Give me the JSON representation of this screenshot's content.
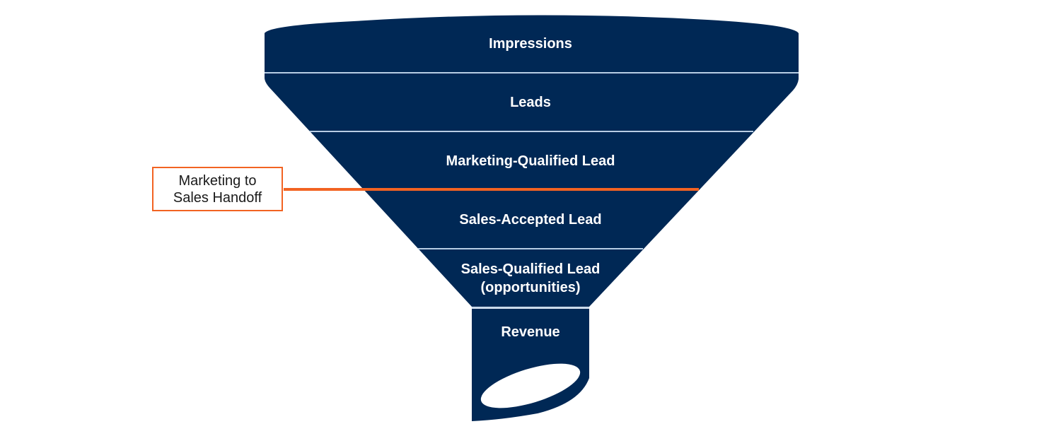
{
  "diagram": {
    "type": "funnel",
    "colors": {
      "funnel": "#002855",
      "divider": "#b8cde4",
      "handoff": "#f26322",
      "background": "#ffffff"
    },
    "stages": [
      {
        "label": "Impressions"
      },
      {
        "label": "Leads"
      },
      {
        "label": "Marketing-Qualified Lead"
      },
      {
        "label": "Sales-Accepted Lead"
      },
      {
        "label_line1": "Sales-Qualified Lead",
        "label_line2": "(opportunities)"
      },
      {
        "label": "Revenue"
      }
    ],
    "handoff": {
      "line1": "Marketing to",
      "line2": "Sales Handoff"
    }
  }
}
